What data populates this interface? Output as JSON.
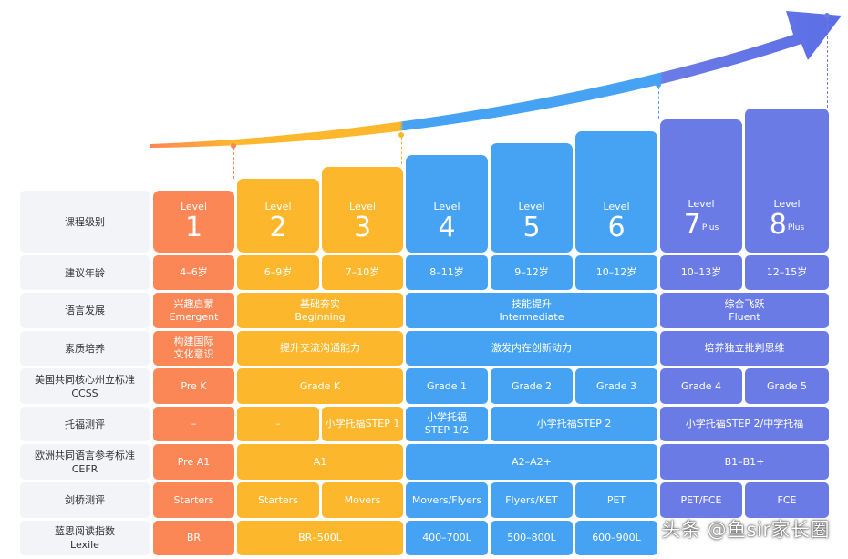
{
  "levels": [
    {
      "level_label": "Level",
      "number": "1",
      "plus": "",
      "color": "#fb8656"
    },
    {
      "level_label": "Level",
      "number": "2",
      "plus": "",
      "color": "#fcb72c"
    },
    {
      "level_label": "Level",
      "number": "3",
      "plus": "",
      "color": "#fcb72c"
    },
    {
      "level_label": "Level",
      "number": "4",
      "plus": "",
      "color": "#46a2f3"
    },
    {
      "level_label": "Level",
      "number": "5",
      "plus": "",
      "color": "#46a2f3"
    },
    {
      "level_label": "Level",
      "number": "6",
      "plus": "",
      "color": "#46a2f3"
    },
    {
      "level_label": "Level",
      "number": "7",
      "plus": "Plus",
      "color": "#6b7be6"
    },
    {
      "level_label": "Level",
      "number": "8",
      "plus": "Plus",
      "color": "#6b7be6"
    }
  ],
  "row_labels": [
    [
      "课程级别"
    ],
    [
      "建议年龄"
    ],
    [
      "语言发展"
    ],
    [
      "素质培养"
    ],
    [
      "美国共同核心州立标准",
      "CCSS"
    ],
    [
      "托福测评"
    ],
    [
      "欧洲共同语言参考标准",
      "CEFR"
    ],
    [
      "剑桥测评"
    ],
    [
      "蓝思阅读指数",
      "Lexile"
    ]
  ],
  "rows": {
    "age": [
      [
        "4–6岁"
      ],
      [
        "6–9岁"
      ],
      [
        "7–10岁"
      ],
      [
        "8–11岁"
      ],
      [
        "9–12岁"
      ],
      [
        "10–12岁"
      ],
      [
        "10–13岁"
      ],
      [
        "12–15岁"
      ]
    ],
    "language": [
      [
        "兴趣启蒙",
        "Emergent"
      ],
      [
        "基础夯实",
        "Beginning"
      ],
      [
        "技能提升",
        "Intermediate"
      ],
      [
        "综合飞跃",
        "Fluent"
      ]
    ],
    "quality": [
      [
        "构建国际",
        "文化意识"
      ],
      [
        "提升交流沟通能力"
      ],
      [
        "激发内在创新动力"
      ],
      [
        "培养独立批判思维"
      ]
    ],
    "ccss": [
      [
        "Pre K"
      ],
      [
        "Grade K"
      ],
      [
        "Grade 1"
      ],
      [
        "Grade 2"
      ],
      [
        "Grade 3"
      ],
      [
        "Grade 4"
      ],
      [
        "Grade 5"
      ]
    ],
    "toefl": [
      [
        "–"
      ],
      [
        "–"
      ],
      [
        "小学托福STEP 1"
      ],
      [
        "小学托福",
        "STEP 1/2"
      ],
      [
        "小学托福STEP 2"
      ],
      [
        "小学托福STEP 2/中学托福"
      ]
    ],
    "cefr": [
      [
        "Pre A1"
      ],
      [
        "A1"
      ],
      [
        "A2–A2+"
      ],
      [
        "B1–B1+"
      ]
    ],
    "cambridge": [
      [
        "Starters"
      ],
      [
        "Starters"
      ],
      [
        "Movers"
      ],
      [
        "Movers/Flyers"
      ],
      [
        "Flyers/KET"
      ],
      [
        "PET"
      ],
      [
        "PET/FCE"
      ],
      [
        "FCE"
      ]
    ],
    "lexile": [
      [
        "BR"
      ],
      [
        "BR–500L"
      ],
      [
        "400–700L"
      ],
      [
        "500–800L"
      ],
      [
        "600–900L"
      ]
    ]
  },
  "colors": {
    "orange": "#fb8656",
    "yellow": "#fcb72c",
    "blue": "#46a2f3",
    "purple": "#6b7be6",
    "label_bg": "#f2f4f7"
  },
  "watermark": "头条 @鱼sir家长圈"
}
